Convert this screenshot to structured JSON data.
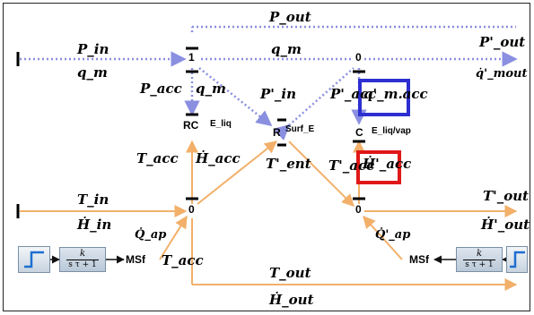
{
  "labels": {
    "p_out": "P_out",
    "p_in": "P_in",
    "q_m_left": "q_m",
    "q_m_center": "q_m",
    "p_out_prime": "P'_out",
    "q_m_out_prime": "q̇'_mout",
    "p_acc": "P_acc",
    "q_m_junction": "q_m",
    "p_in_prime": "P'_in",
    "p_acc_prime": "P'_acc",
    "q_m_acc_prime": "q'_m.acc",
    "t_acc": "T_acc",
    "h_acc": "Ḣ_acc",
    "t_ent_prime": "T'_ent",
    "t_acc_prime": "T'_acc",
    "h_acc_prime": "Ḣ'_acc",
    "t_in": "T_in",
    "h_in": "Ḣ_in",
    "t_out_prime": "T'_out",
    "h_out_prime": "Ḣ'_out",
    "q_ap": "Q̇_ap",
    "t_acc_bottom": "T_acc",
    "q_ap_prime": "Q̇'_ap",
    "t_out": "T_out",
    "h_out": "Ḣ_out"
  },
  "nodes": {
    "one_junction": "1",
    "zero_top_right": "0",
    "rc": "RC",
    "rc_tag": "E_liq",
    "r": "R",
    "r_tag": "Surf_E",
    "c": "C",
    "c_tag": "E_liq/vap",
    "zero_mid_left": "0",
    "zero_mid_right": "0",
    "msf_left": "MSf",
    "msf_right": "MSf"
  },
  "blocks": {
    "tf_left_num": "k",
    "tf_left_den": "s τ + 1",
    "tf_right_num": "k",
    "tf_right_den": "s τ + 1"
  },
  "colors": {
    "hydraulic": "#8a8fe0",
    "thermal": "#f2b06a",
    "highlight_blue": "#2d2fd0",
    "highlight_red": "#e01818"
  }
}
